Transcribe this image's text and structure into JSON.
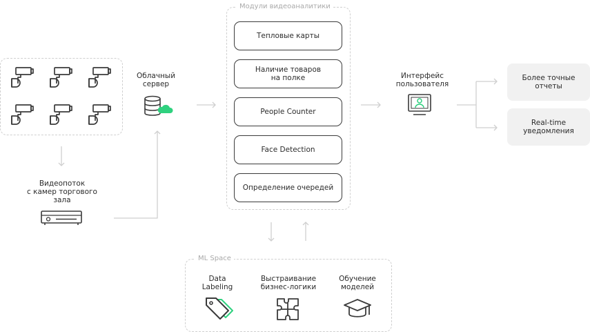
{
  "cameras": {
    "count": 6
  },
  "video_stream": {
    "line1": "Видеопоток",
    "line2": "с камер торгового",
    "line3": "зала"
  },
  "cloud_server": {
    "line1": "Облачный",
    "line2": "сервер"
  },
  "modules_group": {
    "title": "Модули видеоаналитики",
    "items": [
      {
        "label": "Тепловые карты"
      },
      {
        "line1": "Наличие товаров",
        "line2": "на полке"
      },
      {
        "label": "People Counter"
      },
      {
        "label": "Face Detection"
      },
      {
        "label": "Определение очередей"
      }
    ]
  },
  "ui": {
    "line1": "Интерфейс",
    "line2": "пользователя"
  },
  "results": [
    {
      "line1": "Более точные",
      "line2": "отчеты"
    },
    {
      "line1": "Real-time",
      "line2": "уведомления"
    }
  ],
  "ml_space": {
    "title": "ML Space",
    "items": [
      {
        "line1": "Data",
        "line2": "Labeling",
        "icon": "tags-icon"
      },
      {
        "line1": "Выстраивание",
        "line2": "бизнес-логики",
        "icon": "puzzle-icon"
      },
      {
        "line1": "Обучение",
        "line2": "моделей",
        "icon": "graduation-cap-icon"
      }
    ]
  },
  "colors": {
    "accent": "#2fd17f",
    "line": "#cfcfcf",
    "dark": "#3a3a3a",
    "result_bg": "#f1f1f1"
  }
}
